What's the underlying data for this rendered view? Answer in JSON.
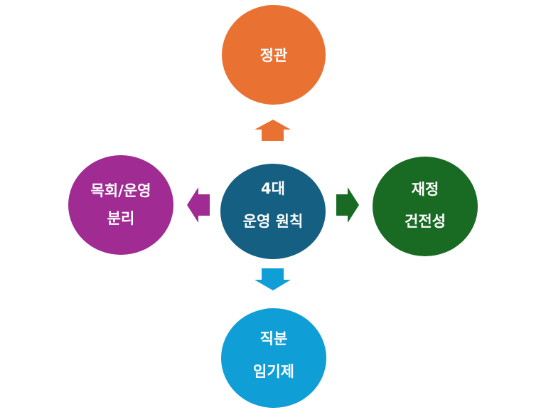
{
  "center": {
    "lines": [
      "4대",
      "운영 원칙"
    ],
    "color": "#156082"
  },
  "nodes": {
    "top": {
      "lines": [
        "정관"
      ],
      "color": "#E97132"
    },
    "right": {
      "lines": [
        "재정",
        "건전성"
      ],
      "color": "#196B24"
    },
    "bottom": {
      "lines": [
        "직분",
        "임기제"
      ],
      "color": "#0F9ED5"
    },
    "left": {
      "lines": [
        "목회/운영",
        "분리"
      ],
      "color": "#A02B93"
    }
  }
}
